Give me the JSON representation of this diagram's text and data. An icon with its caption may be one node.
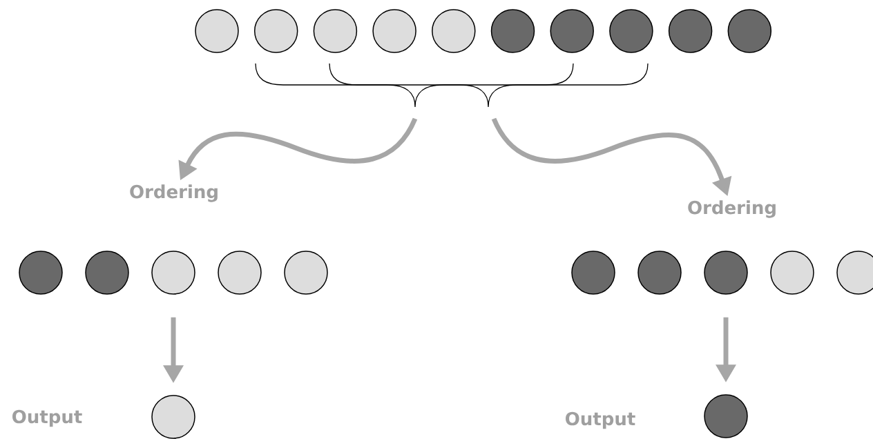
{
  "diagram": {
    "nodes": [
      {
        "text": [],
        "shape": "circle"
      },
      {
        "text": [],
        "shape": "circle"
      },
      {
        "text": [],
        "shape": "circle"
      },
      {
        "text": [],
        "shape": "circle"
      },
      {
        "text": [],
        "shape": "circle"
      },
      {
        "text": [],
        "shape": "circle"
      },
      {
        "text": [],
        "shape": "circle"
      },
      {
        "text": [],
        "shape": "circle"
      },
      {
        "text": [],
        "shape": "circle"
      },
      {
        "text": [],
        "shape": "circle"
      },
      {
        "text": [
          "Ordering"
        ]
      },
      {
        "text": [
          "Ordering"
        ]
      },
      {
        "text": [],
        "shape": "circle"
      },
      {
        "text": [],
        "shape": "circle"
      },
      {
        "text": [],
        "shape": "circle"
      },
      {
        "text": [],
        "shape": "circle"
      },
      {
        "text": [],
        "shape": "circle"
      },
      {
        "text": [],
        "shape": "circle"
      },
      {
        "text": [],
        "shape": "circle"
      },
      {
        "text": [],
        "shape": "circle"
      },
      {
        "text": [],
        "shape": "circle"
      },
      {
        "text": [],
        "shape": "circle"
      },
      {
        "text": [],
        "shape": "circle",
        "beside": [
          "Output"
        ]
      },
      {
        "text": [],
        "shape": "circle",
        "beside": [
          "Output"
        ]
      }
    ],
    "edges": [
      {
        "from": null,
        "to": 10,
        "arrow": "to"
      },
      {
        "from": null,
        "to": 11,
        "arrow": "to"
      },
      {
        "from": 14,
        "to": 22,
        "arrow": "to"
      },
      {
        "from": 19,
        "to": 23,
        "arrow": "to"
      }
    ]
  }
}
